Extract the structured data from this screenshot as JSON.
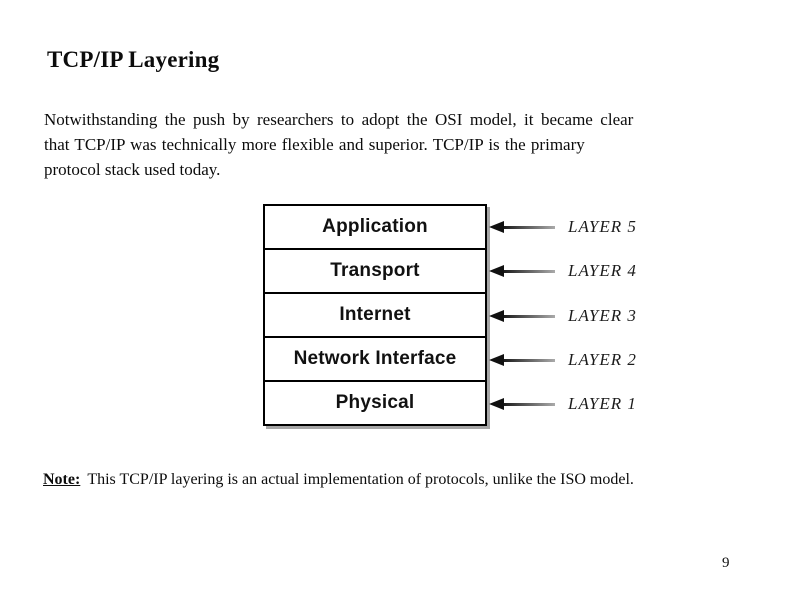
{
  "page": {
    "background_color": "#ffffff",
    "text_color": "#0c0c0c",
    "number": "9"
  },
  "title": "TCP/IP Layering",
  "paragraph": {
    "lines": [
      "Notwithstanding the push by researchers to adopt the OSI model, it became clear",
      "that TCP/IP was technically more flexible and superior. TCP/IP is the primary",
      "protocol stack used today."
    ]
  },
  "diagram": {
    "type": "layer-stack",
    "box_border_color": "#000000",
    "arrow_color": "#111111",
    "shaft_color": "#999999",
    "rows": [
      {
        "label": "Application",
        "layer": "LAYER 5"
      },
      {
        "label": "Transport",
        "layer": "LAYER 4"
      },
      {
        "label": "Internet",
        "layer": "LAYER 3"
      },
      {
        "label": "Network Interface",
        "layer": "LAYER 2"
      },
      {
        "label": "Physical",
        "layer": "LAYER 1"
      }
    ]
  },
  "note": {
    "label": "Note:",
    "text": "This TCP/IP layering is an actual implementation of protocols, unlike the ISO model."
  }
}
